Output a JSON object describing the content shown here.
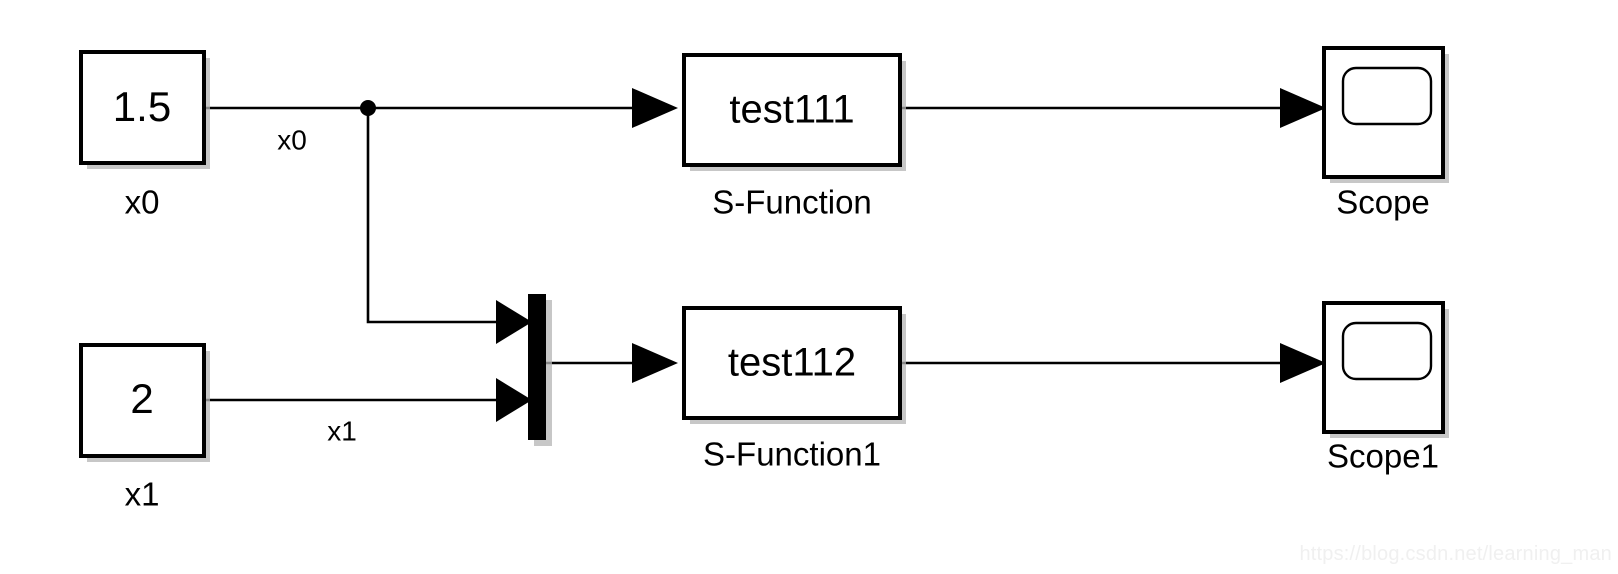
{
  "diagram": {
    "type": "simulink-block-diagram",
    "background_color": "#ffffff",
    "line_color": "#000000",
    "blocks": [
      {
        "id": "const-x0",
        "kind": "constant",
        "value": "1.5",
        "caption": "x0"
      },
      {
        "id": "const-x1",
        "kind": "constant",
        "value": "2",
        "caption": "x1"
      },
      {
        "id": "mux",
        "kind": "mux",
        "value": "",
        "caption": ""
      },
      {
        "id": "sfun-top",
        "kind": "s-function",
        "value": "test111",
        "caption": "S-Function"
      },
      {
        "id": "sfun-bottom",
        "kind": "s-function",
        "value": "test112",
        "caption": "S-Function1"
      },
      {
        "id": "scope-top",
        "kind": "scope",
        "value": "",
        "caption": "Scope"
      },
      {
        "id": "scope-bottom",
        "kind": "scope",
        "value": "",
        "caption": "Scope1"
      }
    ],
    "signal_labels": [
      {
        "id": "sig-x0",
        "text": "x0"
      },
      {
        "id": "sig-x1",
        "text": "x1"
      }
    ]
  },
  "watermark": {
    "text": "https://blog.csdn.net/learning_man",
    "color": "#f0f0f0"
  }
}
